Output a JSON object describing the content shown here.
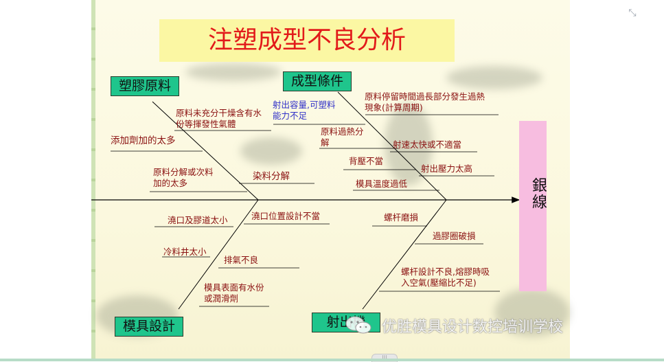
{
  "title": "注塑成型不良分析",
  "effect": "銀線",
  "categories": {
    "material": "塑膠原料",
    "process": "成型條件",
    "mold": "模具設計",
    "injection": "射出機"
  },
  "causes": {
    "material_1": "原料未充分干燥含有水份等揮發性氣體",
    "material_1a": "原料未充分干燥含有水",
    "material_1b": "份等揮發性氣體",
    "material_2": "添加劑加的太多",
    "material_3a": "原料分解或次料",
    "material_3b": "加的太多",
    "material_4": "染料分解",
    "process_1a": "射出容量,可塑料",
    "process_1b": "能力不足",
    "process_2a": "原料停留時間過長部分發生過熱",
    "process_2b": "現象(計算周期)",
    "process_3a": "原料過熱分",
    "process_3b": "解",
    "process_4": "射速太快或不適當",
    "process_5": "背壓不當",
    "process_6": "射出壓力太高",
    "process_7": "模具溫度過低",
    "mold_1": "澆口及膠道太小",
    "mold_2": "澆口位置設計不當",
    "mold_3": "冷料井太小",
    "mold_4": "排氣不良",
    "mold_5a": "模具表面有水份",
    "mold_5b": "或潤滑劑",
    "inj_1": "螺杆磨損",
    "inj_2": "過膠圈破損",
    "inj_3a": "螺杆設計不良,熔膠時吸",
    "inj_3b": "入空氣(壓縮比不足)"
  },
  "watermark": "优胜模具设计数控培训学校",
  "colors": {
    "title": "#e21a1a",
    "category_bg": "#1fc58c",
    "cause_text": "#8a1010",
    "cause_blue": "#3131c8",
    "effect_bg": "#f7bde0",
    "title_bg": "#fbf7a3"
  },
  "icons": {
    "minimize": "shrink-arrows-icon",
    "wechat": "wechat-icon"
  }
}
